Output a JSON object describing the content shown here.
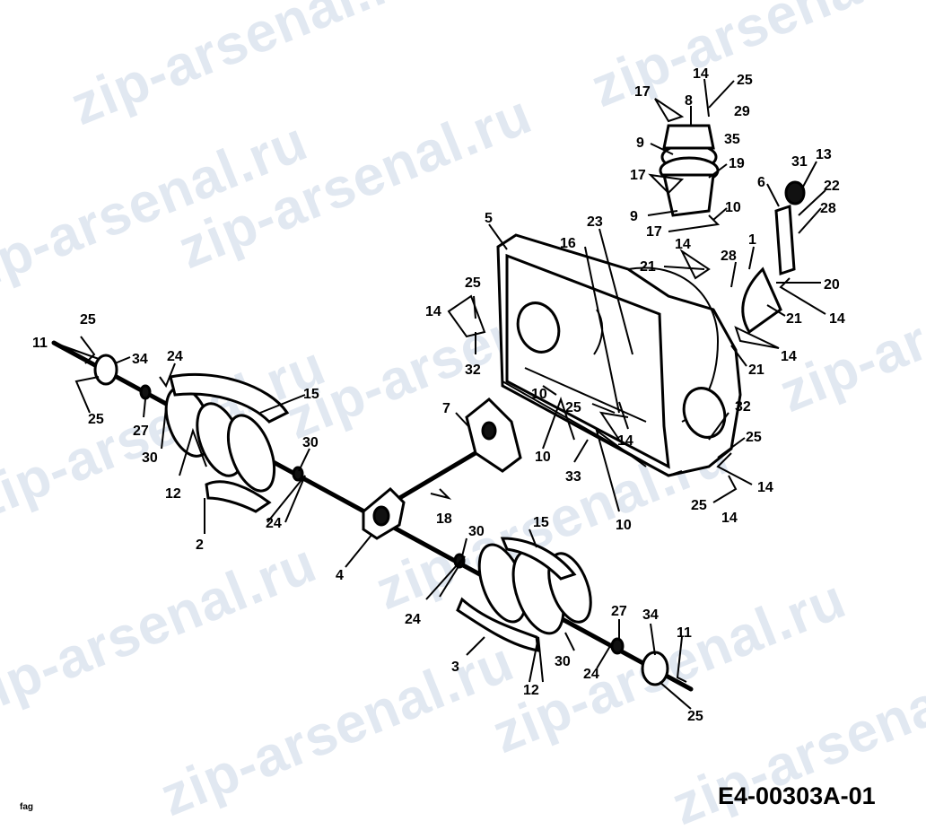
{
  "watermark": "zip-arsenal.ru",
  "diagram_code": "E4-00303A-01",
  "corner_tag": "fag",
  "callouts": [
    {
      "id": "c1",
      "text": "14"
    },
    {
      "id": "c2",
      "text": "25"
    },
    {
      "id": "c3",
      "text": "17"
    },
    {
      "id": "c4",
      "text": "8"
    },
    {
      "id": "c5",
      "text": "29"
    },
    {
      "id": "c6",
      "text": "35"
    },
    {
      "id": "c7",
      "text": "9"
    },
    {
      "id": "c8",
      "text": "19"
    },
    {
      "id": "c9",
      "text": "17"
    },
    {
      "id": "c10",
      "text": "13"
    },
    {
      "id": "c11",
      "text": "31"
    },
    {
      "id": "c12",
      "text": "6"
    },
    {
      "id": "c13",
      "text": "22"
    },
    {
      "id": "c14",
      "text": "28"
    },
    {
      "id": "c15",
      "text": "9"
    },
    {
      "id": "c16",
      "text": "10"
    },
    {
      "id": "c17",
      "text": "17"
    },
    {
      "id": "c18",
      "text": "14"
    },
    {
      "id": "c19",
      "text": "1"
    },
    {
      "id": "c20",
      "text": "5"
    },
    {
      "id": "c21",
      "text": "23"
    },
    {
      "id": "c22",
      "text": "16"
    },
    {
      "id": "c23",
      "text": "21"
    },
    {
      "id": "c24",
      "text": "28"
    },
    {
      "id": "c25",
      "text": "20"
    },
    {
      "id": "c26",
      "text": "14"
    },
    {
      "id": "c27",
      "text": "21"
    },
    {
      "id": "c28",
      "text": "14"
    },
    {
      "id": "c29",
      "text": "21"
    },
    {
      "id": "c30",
      "text": "25"
    },
    {
      "id": "c31",
      "text": "14"
    },
    {
      "id": "c32",
      "text": "32"
    },
    {
      "id": "c33",
      "text": "25"
    },
    {
      "id": "c34",
      "text": "11"
    },
    {
      "id": "c35",
      "text": "34"
    },
    {
      "id": "c36",
      "text": "24"
    },
    {
      "id": "c37",
      "text": "25"
    },
    {
      "id": "c38",
      "text": "27"
    },
    {
      "id": "c39",
      "text": "30"
    },
    {
      "id": "c40",
      "text": "15"
    },
    {
      "id": "c41",
      "text": "10"
    },
    {
      "id": "c42",
      "text": "25"
    },
    {
      "id": "c43",
      "text": "7"
    },
    {
      "id": "c44",
      "text": "14"
    },
    {
      "id": "c45",
      "text": "32"
    },
    {
      "id": "c46",
      "text": "25"
    },
    {
      "id": "c47",
      "text": "30"
    },
    {
      "id": "c48",
      "text": "12"
    },
    {
      "id": "c49",
      "text": "10"
    },
    {
      "id": "c50",
      "text": "33"
    },
    {
      "id": "c51",
      "text": "14"
    },
    {
      "id": "c52",
      "text": "2"
    },
    {
      "id": "c53",
      "text": "24"
    },
    {
      "id": "c54",
      "text": "25"
    },
    {
      "id": "c55",
      "text": "14"
    },
    {
      "id": "c56",
      "text": "18"
    },
    {
      "id": "c57",
      "text": "10"
    },
    {
      "id": "c58",
      "text": "15"
    },
    {
      "id": "c59",
      "text": "30"
    },
    {
      "id": "c60",
      "text": "4"
    },
    {
      "id": "c61",
      "text": "24"
    },
    {
      "id": "c62",
      "text": "27"
    },
    {
      "id": "c63",
      "text": "34"
    },
    {
      "id": "c64",
      "text": "11"
    },
    {
      "id": "c65",
      "text": "3"
    },
    {
      "id": "c66",
      "text": "30"
    },
    {
      "id": "c67",
      "text": "24"
    },
    {
      "id": "c68",
      "text": "12"
    },
    {
      "id": "c69",
      "text": "25"
    }
  ]
}
